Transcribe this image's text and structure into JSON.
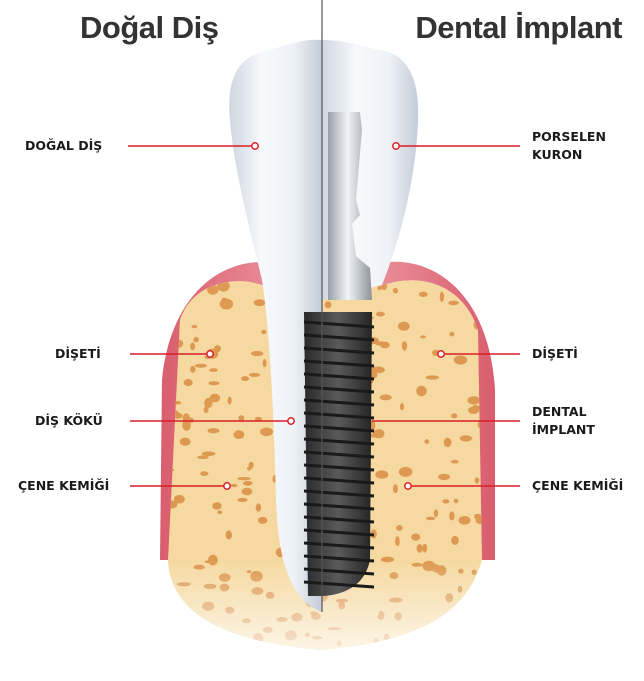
{
  "headings": {
    "left": "Doğal Diş",
    "right": "Dental İmplant"
  },
  "labels": {
    "left": [
      "DOĞAL DİŞ",
      "DİŞETİ",
      "DİŞ KÖKÜ",
      "ÇENE KEMİĞİ"
    ],
    "right": [
      "PORSELEN",
      "KURON",
      "DİŞETİ",
      "DENTAL",
      "İMPLANT",
      "ÇENE KEMİĞİ"
    ]
  },
  "colors": {
    "leader_line": "#d81f26",
    "gum": "#e8828f",
    "bone": "#f4d79a",
    "bone_pores": "#d9893e",
    "tooth": "#e9edf3",
    "implant": "#3a3a3a"
  }
}
